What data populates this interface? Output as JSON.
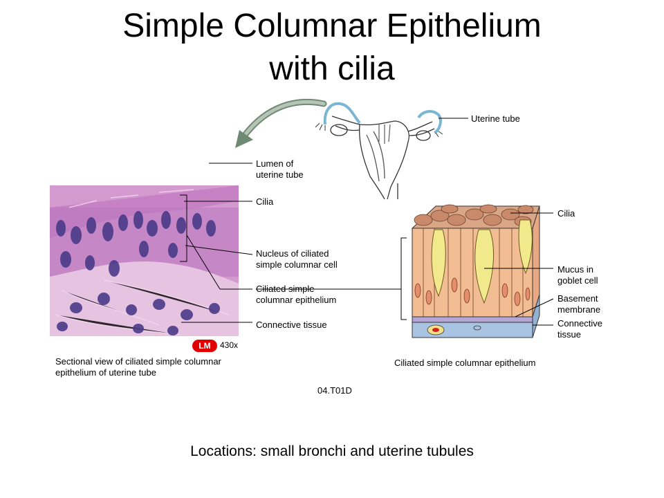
{
  "title": {
    "line1": "Simple Columnar Epithelium",
    "line2": "with cilia"
  },
  "labels_left": {
    "lumen": [
      "Lumen of",
      "uterine tube"
    ],
    "cilia": "Cilia",
    "nucleus": [
      "Nucleus of ciliated",
      "simple columnar cell"
    ],
    "epithelium": [
      "Ciliated simple",
      "columnar epithelium"
    ],
    "connective": "Connective tissue"
  },
  "labels_right": {
    "uterine_tube": "Uterine tube",
    "cilia": "Cilia",
    "mucus": [
      "Mucus in",
      "goblet cell"
    ],
    "basement": [
      "Basement",
      "membrane"
    ],
    "connective": [
      "Connective",
      "tissue"
    ]
  },
  "micrograph": {
    "badge": "LM",
    "magnification": "430x",
    "caption": [
      "Sectional view of ciliated simple columnar",
      "epithelium of uterine tube"
    ]
  },
  "drawing_caption": "Ciliated simple columnar epithelium",
  "figure_code": "04.T01D",
  "footer": "Locations: small bronchi and uterine tubules"
}
